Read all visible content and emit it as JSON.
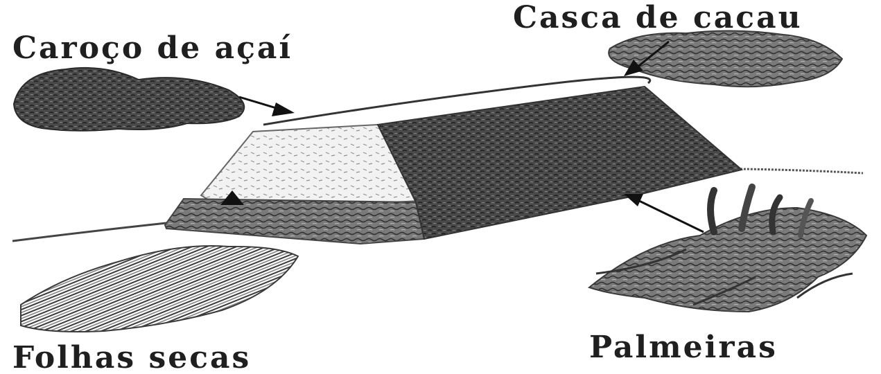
{
  "labels": {
    "cacau": "Casca de cacau",
    "acai": "Caroço de açaí",
    "folhas": "Folhas secas",
    "palmeiras": "Palmeiras"
  },
  "colors": {
    "ink": "#1f1f1f",
    "dark_fill": "#3a3a3a",
    "mid_fill": "#6a6a6a",
    "light_fill": "#cfcfcf"
  },
  "icons": [
    "acai-pile",
    "cacao-pile",
    "dry-leaves-pile",
    "palm-fronds",
    "hut"
  ]
}
